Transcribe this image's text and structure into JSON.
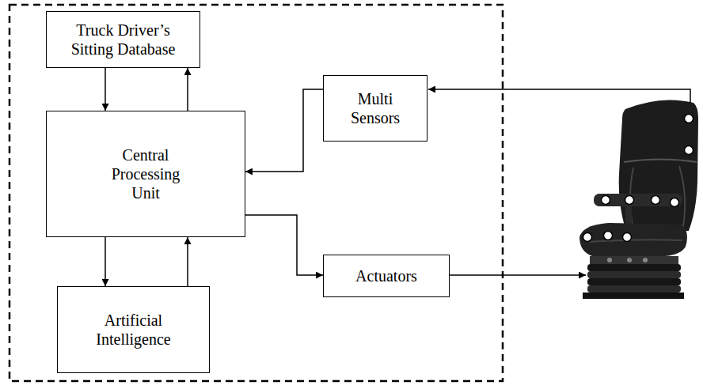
{
  "diagram": {
    "nodes": [
      {
        "text": [
          "Truck Driver’s Sitting Database"
        ]
      },
      {
        "text": [
          "Multi Sensors"
        ]
      },
      {
        "text": [
          "Central Processing Unit"
        ]
      },
      {
        "text": [
          "Actuators"
        ]
      },
      {
        "text": [
          "Artificial Intelligence"
        ]
      }
    ],
    "edges": [
      {
        "from": 0,
        "to": 2,
        "arrow": "to"
      },
      {
        "from": 2,
        "to": 0,
        "arrow": "to"
      },
      {
        "from": 1,
        "to": 2,
        "arrow": "to"
      },
      {
        "from": 2,
        "to": 4,
        "arrow": "to"
      },
      {
        "from": 4,
        "to": 2,
        "arrow": "to"
      },
      {
        "from": 2,
        "to": 3,
        "arrow": "to"
      }
    ]
  }
}
